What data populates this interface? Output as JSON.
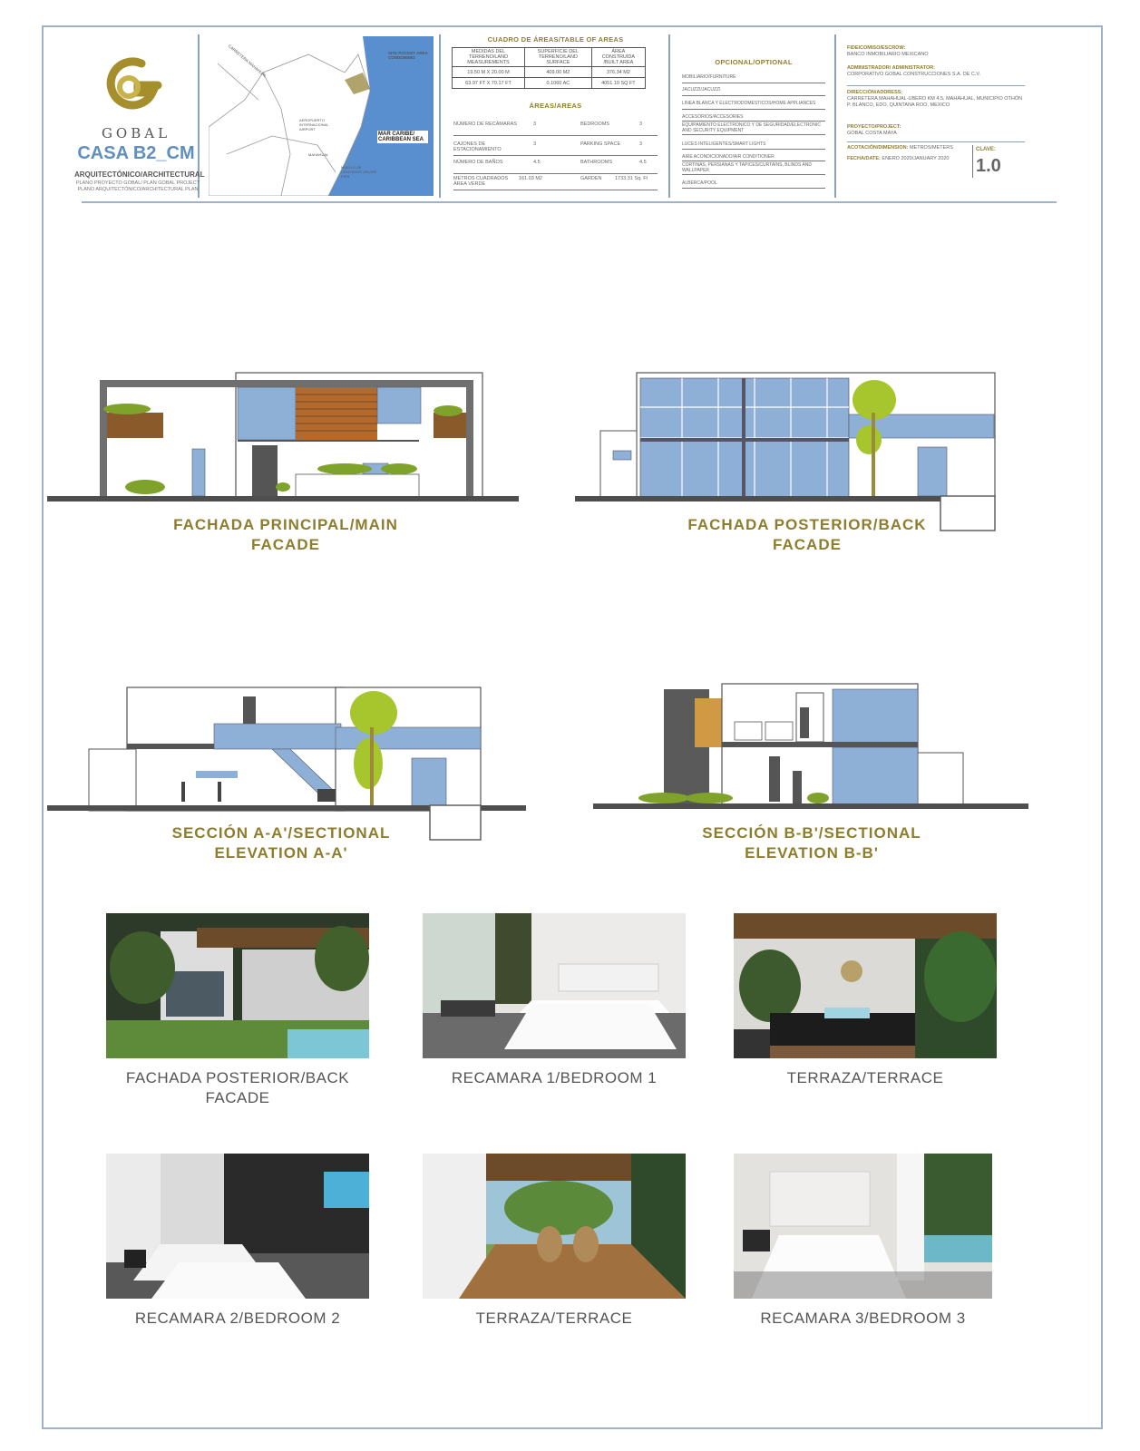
{
  "header": {
    "brand": "GOBAL",
    "project_title": "CASA B2_CM",
    "discipline": "ARQUITECTÓNICO/ARCHITECTURAL",
    "discipline_sub1": "PLANO PROYECTO GOBAL/ PLAN GOBAL PROJECT",
    "discipline_sub2": "PLANO ARQUITECTÓNICO/ARCHITECTURAL PLAN",
    "map": {
      "label_site": "SITE POCKET AREA CONDOMINIO",
      "label_road": "CARRETERA MAHAHUAL",
      "label_sea": "MAR CARIBE/ CARIBBEAN SEA",
      "label_airport": "AEROPUERTO INTERNACIONAL AIRPORT",
      "label_town": "MAHAHUAL",
      "label_port": "MUELLE DE CRUCEROS CRUISE PIER"
    }
  },
  "areas": {
    "title": "CUADRO DE ÁREAS/TABLE OF AREAS",
    "table_headers": [
      "MEDIDAS DEL TERRENO/LAND MEASUREMENTS",
      "SUPERFICIE DEL TERRENO/LAND SURFACE",
      "ÁREA CONSTRUIDA /BUILT AREA"
    ],
    "table_rows": [
      [
        "19.50 M X 20.00 M",
        "409.00 M2",
        "376.34 M2"
      ],
      [
        "63.97 FT X 70.17 FT",
        "0.1060 AC",
        "4051.10 SQ FT"
      ]
    ],
    "subtitle": "ÁREAS/AREAS",
    "rows": [
      {
        "es": "NÚMERO DE RECÁMARAS",
        "es_val": "3",
        "en": "BEDROOMS",
        "en_val": "3"
      },
      {
        "es": "CAJONES DE ESTACIONAMIENTO",
        "es_val": "3",
        "en": "PARKING SPACE",
        "en_val": "3"
      },
      {
        "es": "NÚMERO DE BAÑOS",
        "es_val": "4.5",
        "en": "BATHROOMS",
        "en_val": "4.5"
      },
      {
        "es": "METROS CUADRADOS ÁREA VERDE",
        "es_val": "161.03 M2",
        "en": "GARDEN",
        "en_val": "1733.31 Sq. Ft"
      }
    ]
  },
  "optional": {
    "title": "OPCIONAL/OPTIONAL",
    "items": [
      "MOBILIARIO/FURNITURE",
      "JACUZZI/JACUZZI",
      "LINEA BLANCA Y ELECTRODOMESTICOS/HOME APPLIANCES",
      "ACCESORIOS/ACCESORIES",
      "EQUIPAMIENTO ELECTRONICO Y DE SEGURIDAD/ELECTRONIC AND SECURITY EQUIPMENT",
      "LUCES INTELIGENTES/SMART LIGHTS",
      "AIRE ACONDICIONADO/AIR CONDITIONER",
      "CORTINAS, PERSIANAS Y TAPICES/CURTAINS, BLINDS AND WALLPAPER",
      "ALBERCA/POOL"
    ]
  },
  "info": {
    "trust_label": "FIDEICOMISO/ESCROW:",
    "trust_value": "BANCO INMOBILIARIO MEXICANO",
    "admin_label": "ADMINISTRADOR/ ADMINISTRATOR:",
    "admin_value": "CORPORATIVO GOBAL CONSTRUCCIONES S.A. DE C.V.",
    "address_label": "DIRECCIÓN/ADDRESS:",
    "address_value": "CARRETERA MAHAHUAL-UBERO KM 4.5, MAHAHUAL, MUNICIPIO OTHÓN P. BLANCO, EDO. QUINTANA ROO, MEXICO",
    "project_label": "PROYECTO/PROJECT:",
    "project_value": "GOBAL COSTA MAYA",
    "units_label": "ACOTACIÓN/DIMENSION:",
    "units_value": "METROS/METERS",
    "date_label": "FECHA/DATE:",
    "date_value": "ENERO 2020/JANUARY 2020",
    "clave_label": "CLAVE:",
    "clave_value": "1.0"
  },
  "drawings": {
    "main_facade": "FACHADA PRINCIPAL/MAIN FACADE",
    "back_facade": "FACHADA POSTERIOR/BACK FACADE",
    "section_aa": "SECCIÓN A-A'/SECTIONAL ELEVATION A-A'",
    "section_bb": "SECCIÓN B-B'/SECTIONAL ELEVATION B-B'"
  },
  "renders": {
    "r1": "FACHADA POSTERIOR/BACK FACADE",
    "r2": "RECAMARA 1/BEDROOM 1",
    "r3": "TERRAZA/TERRACE",
    "r4": "RECAMARA 2/BEDROOM 2",
    "r5": "TERRAZA/TERRACE",
    "r6": "RECAMARA 3/BEDROOM 3"
  },
  "colors": {
    "gold": "#8f7d2e",
    "blue": "#5f8fbf",
    "glass": "#8fb0d6",
    "frame": "#9fb3c8"
  }
}
